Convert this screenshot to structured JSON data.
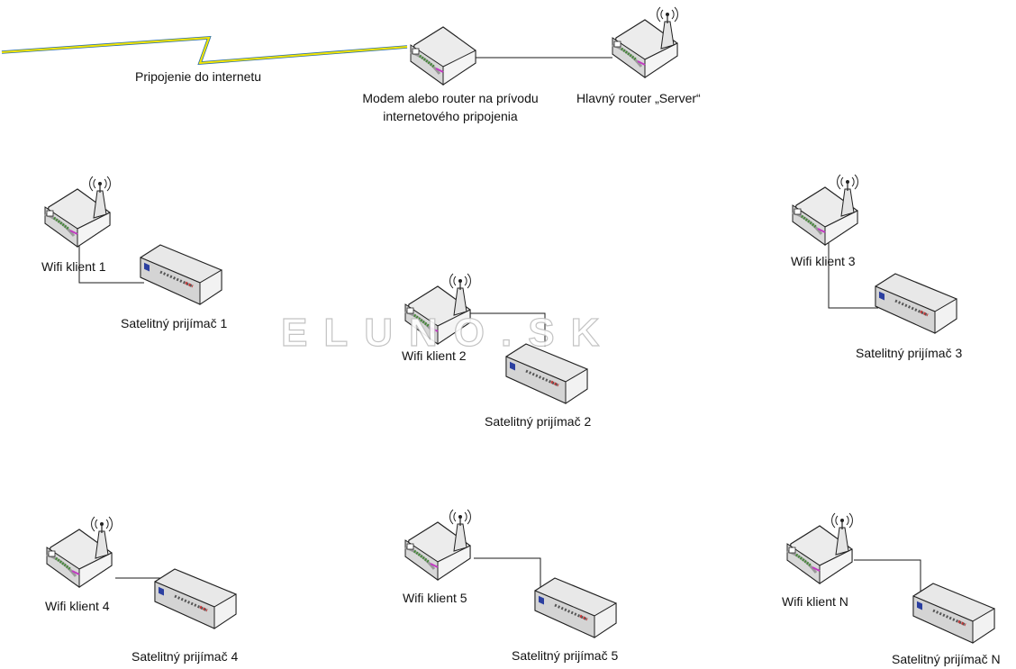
{
  "internet": {
    "label": "Pripojenie do internetu"
  },
  "modem": {
    "label_line1": "Modem alebo router na prívodu",
    "label_line2": "internetového pripojenia"
  },
  "server": {
    "label": "Hlavný router „Server“"
  },
  "watermark": "ELUNO.SK",
  "clients": [
    {
      "label": "Wifi klient 1",
      "receiver": "Satelitný prijímač 1"
    },
    {
      "label": "Wifi klient 2",
      "receiver": "Satelitný prijímač 2"
    },
    {
      "label": "Wifi klient 3",
      "receiver": "Satelitný prijímač 3"
    },
    {
      "label": "Wifi klient 4",
      "receiver": "Satelitný prijímač 4"
    },
    {
      "label": "Wifi klient 5",
      "receiver": "Satelitný prijímač 5"
    },
    {
      "label": "Wifi klient N",
      "receiver": "Satelitný prijímač N"
    }
  ],
  "colors": {
    "line": "#1a1a1a",
    "lightning": "#f5e600",
    "lightning_edge": "#2d6fa8",
    "led": "#3c8a2e",
    "port": "#c23ac2",
    "screen": "#2b3fa0"
  }
}
